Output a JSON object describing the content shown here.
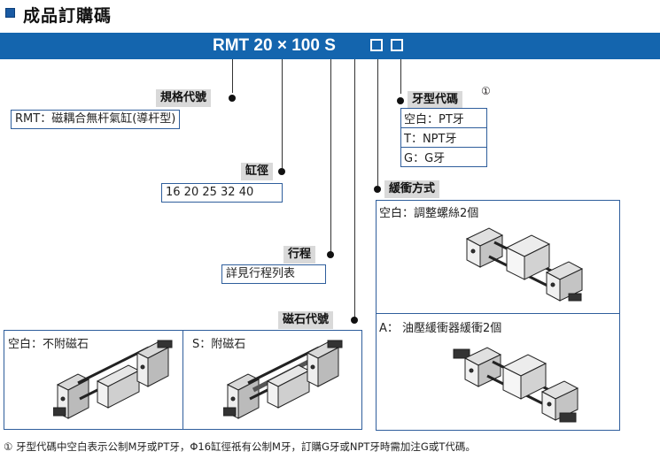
{
  "heading": {
    "title": "成品訂購碼"
  },
  "banner": {
    "model_code": "RMT  20 × 100 S"
  },
  "spec": {
    "label": "規格代號",
    "value": "RMT：磁耦合無杆氣缸(導杆型)"
  },
  "bore": {
    "label": "缸徑",
    "value": "16 20 25 32 40"
  },
  "stroke": {
    "label": "行程",
    "value": "詳見行程列表"
  },
  "magnet": {
    "label": "磁石代號",
    "options": [
      {
        "text": "空白：不附磁石"
      },
      {
        "text": "S：附磁石"
      }
    ]
  },
  "thread": {
    "label": "牙型代碼",
    "note_mark": "①",
    "options": [
      "空白：PT牙",
      "T：NPT牙",
      "G：G牙"
    ]
  },
  "cushion": {
    "label": "緩衝方式",
    "options": [
      {
        "text": "空白：調整螺絲2個"
      },
      {
        "text": "A：  油壓緩衝器緩衝2個"
      }
    ]
  },
  "footnote": "① 牙型代碼中空白表示公制M牙或PT牙，Φ16缸徑祇有公制M牙，訂購G牙或NPT牙時需加注G或T代碼。",
  "colors": {
    "banner": "#1465ae",
    "tag": "#d9d9d9",
    "box_border": "#2f5e9c"
  }
}
